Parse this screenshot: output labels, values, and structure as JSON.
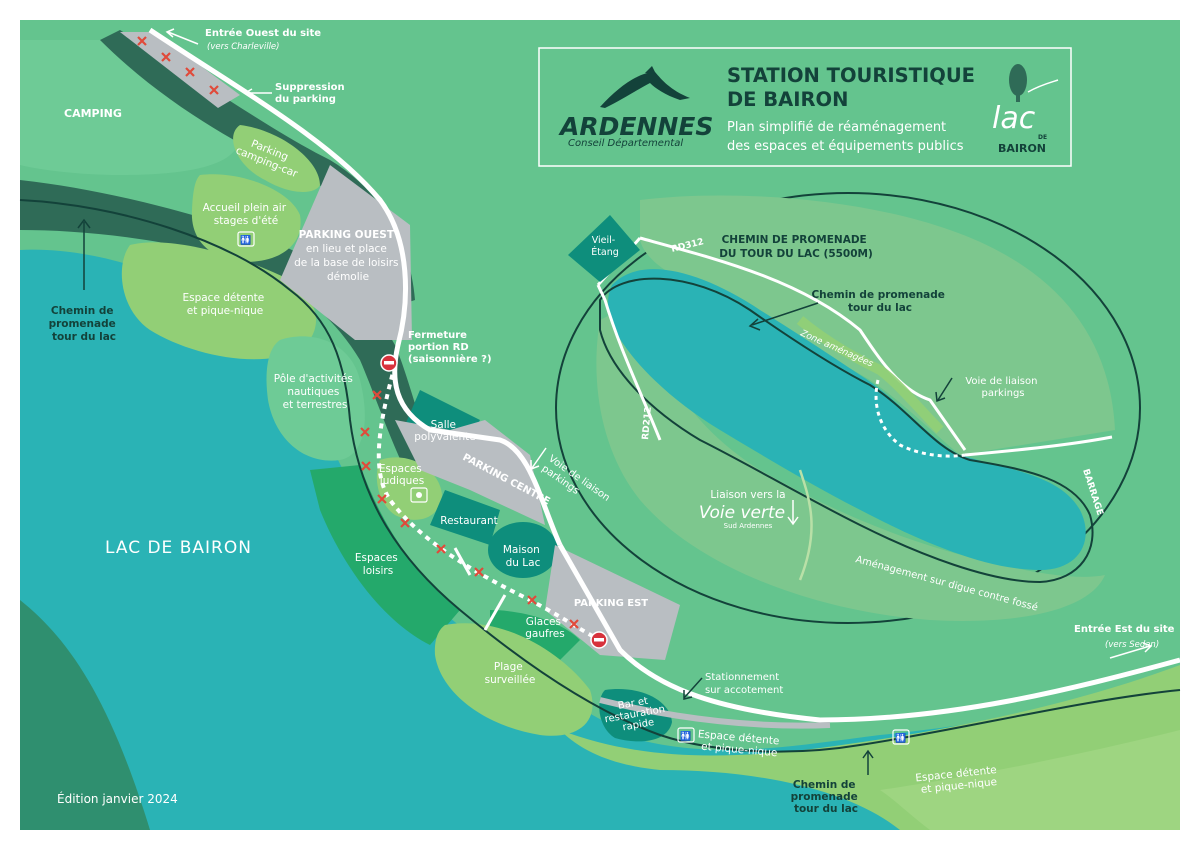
{
  "header": {
    "title_line1": "STATION TOURISTIQUE",
    "title_line2": "DE BAIRON",
    "subtitle_line1": "Plan simplifié de réaménagement",
    "subtitle_line2": "des espaces et équipements publics",
    "ardennes_logo": "ARDENNES",
    "ardennes_sub": "Conseil Départemental",
    "lac_logo": "lac",
    "lac_de": "DE",
    "lac_bairon": "BAIRON"
  },
  "labels": {
    "camping": "CAMPING",
    "parking_camping_car": [
      "Parking",
      "camping-car"
    ],
    "accueil": [
      "Accueil plein air",
      "stages d'été"
    ],
    "espace_detente_1": [
      "Espace détente",
      "et pique-nique"
    ],
    "parking_ouest": [
      "PARKING OUEST",
      "en lieu et place",
      "de la base de loisirs",
      "démolie"
    ],
    "pole": [
      "Pôle d'activités",
      "nautiques",
      "et terrestres"
    ],
    "salle": [
      "Salle",
      "polyvalente"
    ],
    "parking_centre": "PARKING CENTRE",
    "espaces_ludiques": [
      "Espaces",
      "ludiques"
    ],
    "restaurant": "Restaurant",
    "maison": [
      "Maison",
      "du Lac"
    ],
    "espaces_loisirs": [
      "Espaces",
      "loisirs"
    ],
    "parking_est": "PARKING EST",
    "glaces": [
      "Glaces",
      "gaufres"
    ],
    "plage": [
      "Plage",
      "surveillée"
    ],
    "bar": [
      "Bar et",
      "restauration",
      "rapide"
    ],
    "espace_detente_2": [
      "Espace détente",
      "et pique-nique"
    ],
    "espace_detente_3": [
      "Espace détente",
      "et pique-nique"
    ],
    "lac_de_bairon": "LAC DE BAIRON",
    "chemin_left": [
      "Chemin de",
      "promenade",
      "tour du lac"
    ],
    "chemin_bottom": [
      "Chemin de",
      "promenade",
      "tour du lac"
    ],
    "entree_ouest": "Entrée Ouest du site",
    "vers_charleville": "(vers Charleville)",
    "suppression": [
      "Suppression",
      "du parking"
    ],
    "fermeture": [
      "Fermeture",
      "portion RD",
      "(saisonnière ?)"
    ],
    "voie_liaison_parkings": [
      "Voie de liaison",
      "parkings"
    ],
    "stationnement": [
      "Stationnement",
      "sur accotement"
    ],
    "entree_est": "Entrée Est du site",
    "vers_sedan": "(vers Sedan)",
    "edition": "Édition janvier 2024"
  },
  "inset": {
    "title": [
      "CHEMIN DE PROMENADE",
      "DU TOUR DU LAC (5500M)"
    ],
    "vieil_etang": [
      "Vieil-",
      "Étang"
    ],
    "rd312": "RD312",
    "rd212": "RD212",
    "chemin": [
      "Chemin de promenade",
      "tour du lac"
    ],
    "zone_amenagee": "Zone aménagées",
    "voie_liaison": [
      "Voie de liaison",
      "parkings"
    ],
    "barrage": "BARRAGE",
    "liaison_voie_verte": "Liaison vers la",
    "voie_verte": "Voie verte",
    "sud_ardennes": "Sud Ardennes",
    "amenagement_digue": "Aménagement sur digue contre fossé"
  },
  "colors": {
    "background_green": "#64c48e",
    "lake": "#2ab3b5",
    "dark_green": "#2f6b57",
    "light_green": "#92cf76",
    "medium_green": "#24a96b",
    "parking_gray": "#b9bec2",
    "teal_building": "#0e8e7c",
    "road": "#ffffff",
    "text_dark": "#13423a",
    "closure_red": "#d7323c"
  },
  "icons": {
    "toilets": "toilets-icon",
    "no_entry": "no-entry-icon",
    "crossed_out": "cross-mark-icon",
    "playground": "playground-icon",
    "tree_logo": "tree-logo-icon",
    "mountain_logo": "mountain-logo-icon"
  }
}
